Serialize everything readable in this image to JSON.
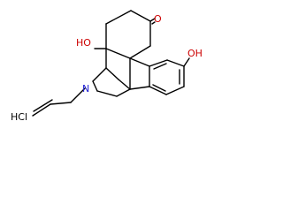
{
  "molecule": {
    "atoms": {
      "ketone_oxygen": "O",
      "phenol_hydroxyl": "OH",
      "bridgehead_hydroxyl": "HO",
      "nitrogen": "N",
      "salt": "HCl"
    }
  },
  "colors": {
    "bond": "#000000",
    "nitrogen": "#1f1fd6",
    "oxygen": "#cc0000",
    "background": "#ffffff"
  }
}
